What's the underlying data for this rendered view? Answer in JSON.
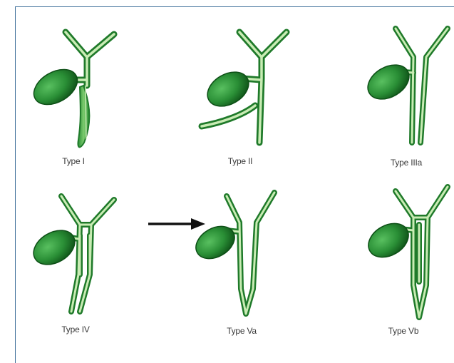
{
  "figure": {
    "panels": [
      {
        "label": "Type I"
      },
      {
        "label": "Type II"
      },
      {
        "label": "Type IIIa"
      },
      {
        "label": "Type IV"
      },
      {
        "label": "Type Va"
      },
      {
        "label": "Type Vb"
      }
    ]
  },
  "colors": {
    "duct_dark": "#1f7a2a",
    "duct_light": "#c9ecb4",
    "gallbladder_dark": "#0f5a1a",
    "gallbladder_light": "#3aa14a",
    "arrow": "#111111",
    "frame": "#3f6f9a"
  },
  "icons": {
    "arrow": "right-arrow-icon"
  }
}
